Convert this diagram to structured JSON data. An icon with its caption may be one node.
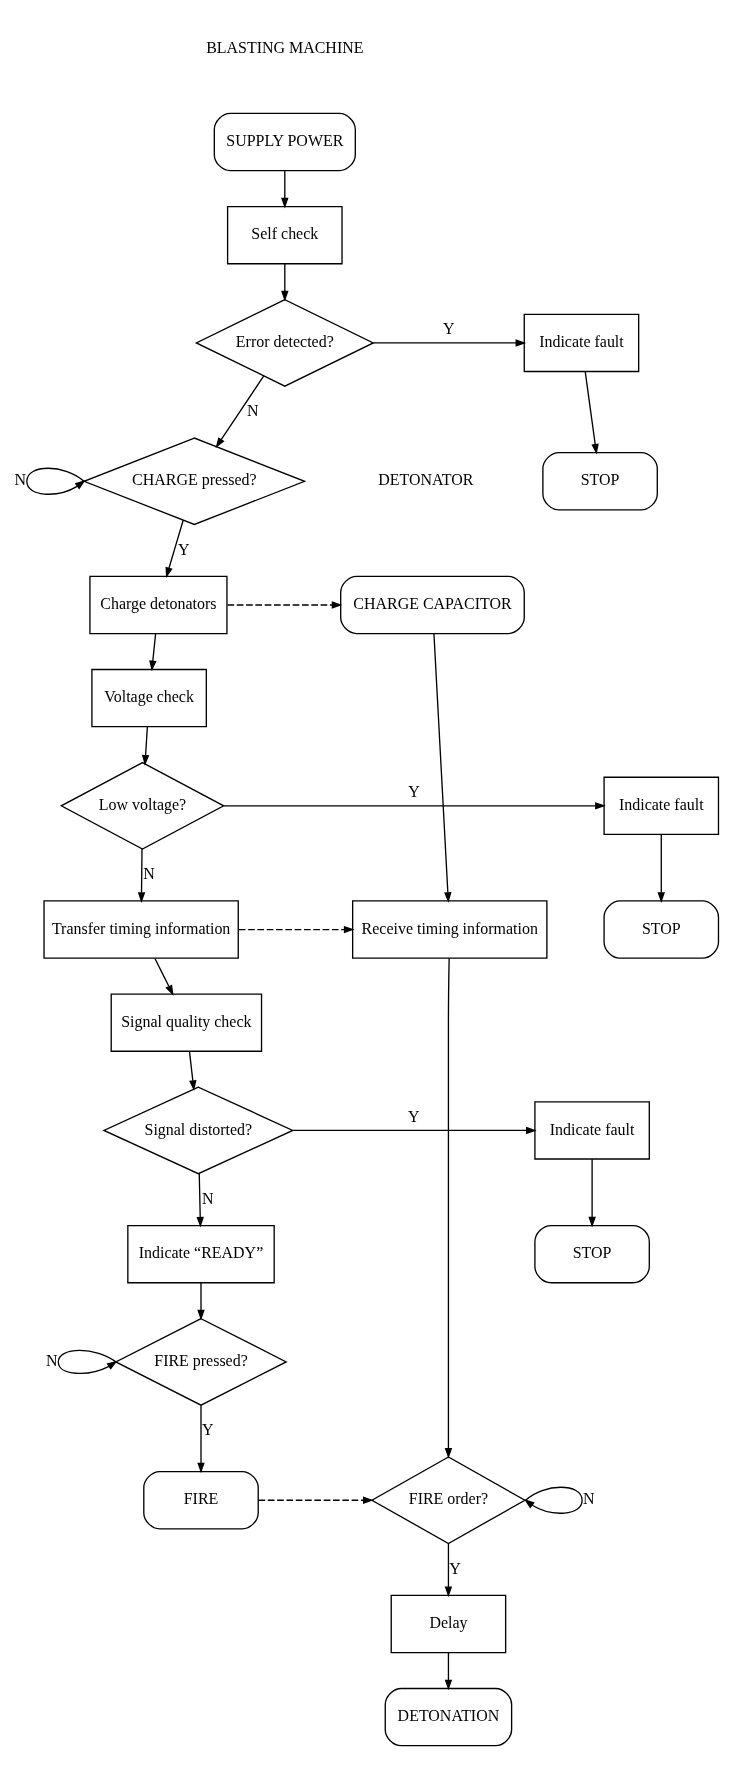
{
  "diagram": {
    "nodes": [
      {
        "text": [
          "SUPPLY POWER"
        ]
      },
      {
        "text": [
          "Self check"
        ]
      },
      {
        "text": [
          "Error detected?"
        ]
      },
      {
        "text": [
          "Indicate fault"
        ]
      },
      {
        "text": [
          "STOP"
        ]
      },
      {
        "text": [
          "CHARGE pressed?"
        ]
      },
      {
        "text": [
          "Charge detonators"
        ]
      },
      {
        "text": [
          "CHARGE CAPACITOR"
        ]
      },
      {
        "text": [
          "Voltage check"
        ]
      },
      {
        "text": [
          "Low voltage?"
        ]
      },
      {
        "text": [
          "Indicate fault"
        ]
      },
      {
        "text": [
          "STOP"
        ]
      },
      {
        "text": [
          "Transfer timing information"
        ]
      },
      {
        "text": [
          "Receive timing information"
        ]
      },
      {
        "text": [
          "Signal quality check"
        ]
      },
      {
        "text": [
          "Signal distorted?"
        ]
      },
      {
        "text": [
          "Indicate fault"
        ]
      },
      {
        "text": [
          "STOP"
        ]
      },
      {
        "text": [
          "Indicate “READY”"
        ]
      },
      {
        "text": [
          "FIRE pressed?"
        ]
      },
      {
        "text": [
          "FIRE"
        ]
      },
      {
        "text": [
          "FIRE order?"
        ]
      },
      {
        "text": [
          "Delay"
        ]
      },
      {
        "text": [
          "DETONATION"
        ]
      }
    ],
    "edges": [
      {
        "from": 0,
        "to": 1,
        "arrow": "to"
      },
      {
        "from": 1,
        "to": 2,
        "arrow": "to"
      },
      {
        "from": 2,
        "to": 3,
        "arrow": "to",
        "label": "Y"
      },
      {
        "from": 3,
        "to": 4,
        "arrow": "to"
      },
      {
        "from": 2,
        "to": 5,
        "arrow": "to",
        "label": "N"
      },
      {
        "from": 5,
        "to": 5,
        "arrow": "to",
        "label": "N"
      },
      {
        "from": 5,
        "to": 6,
        "arrow": "to",
        "label": "Y"
      },
      {
        "from": 6,
        "to": 7,
        "arrow": "to",
        "style": "dashed"
      },
      {
        "from": 6,
        "to": 8,
        "arrow": "to"
      },
      {
        "from": 7,
        "to": 13,
        "arrow": "to"
      },
      {
        "from": 8,
        "to": 9,
        "arrow": "to"
      },
      {
        "from": 9,
        "to": 10,
        "arrow": "to",
        "label": "Y"
      },
      {
        "from": 10,
        "to": 11,
        "arrow": "to"
      },
      {
        "from": 9,
        "to": 12,
        "arrow": "to",
        "label": "N"
      },
      {
        "from": 12,
        "to": 13,
        "arrow": "to",
        "style": "dashed"
      },
      {
        "from": 12,
        "to": 14,
        "arrow": "to"
      },
      {
        "from": 14,
        "to": 15,
        "arrow": "to"
      },
      {
        "from": 15,
        "to": 16,
        "arrow": "to",
        "label": "Y"
      },
      {
        "from": 16,
        "to": 17,
        "arrow": "to"
      },
      {
        "from": 15,
        "to": 18,
        "arrow": "to",
        "label": "N"
      },
      {
        "from": 18,
        "to": 19,
        "arrow": "to"
      },
      {
        "from": 19,
        "to": 19,
        "arrow": "to",
        "label": "N"
      },
      {
        "from": 19,
        "to": 20,
        "arrow": "to",
        "label": "Y"
      },
      {
        "from": 20,
        "to": 21,
        "arrow": "to",
        "style": "dashed"
      },
      {
        "from": 13,
        "to": 21,
        "arrow": "to"
      },
      {
        "from": 21,
        "to": 21,
        "arrow": "to",
        "label": "N"
      },
      {
        "from": 21,
        "to": 22,
        "arrow": "to",
        "label": "Y"
      },
      {
        "from": 22,
        "to": 23,
        "arrow": "to"
      }
    ],
    "labels": [
      "BLASTING MACHINE",
      "DETONATOR"
    ]
  }
}
